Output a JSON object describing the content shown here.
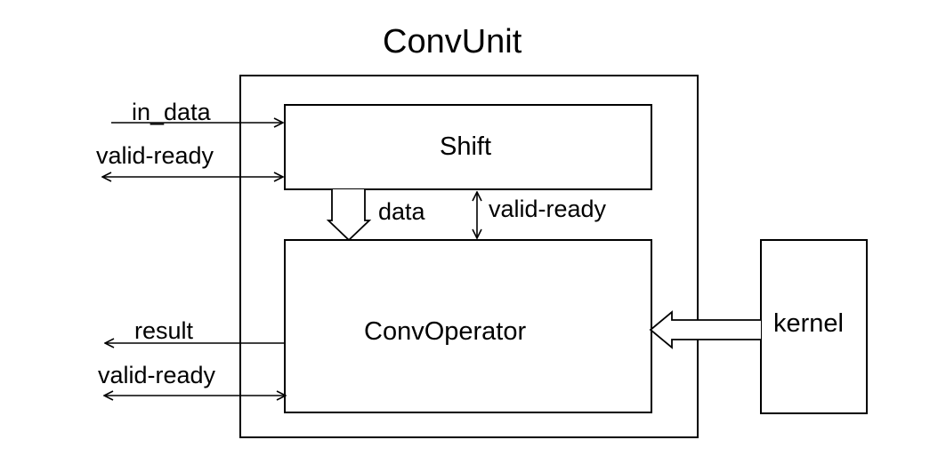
{
  "title": "ConvUnit",
  "blocks": {
    "shift": "Shift",
    "conv_operator": "ConvOperator",
    "kernel": "kernel"
  },
  "signals": {
    "in_data": "in_data",
    "shift_valid_ready": "valid-ready",
    "data": "data",
    "internal_valid_ready": "valid-ready",
    "result": "result",
    "output_valid_ready": "valid-ready"
  },
  "colors": {
    "stroke": "#000000",
    "background": "#ffffff"
  }
}
